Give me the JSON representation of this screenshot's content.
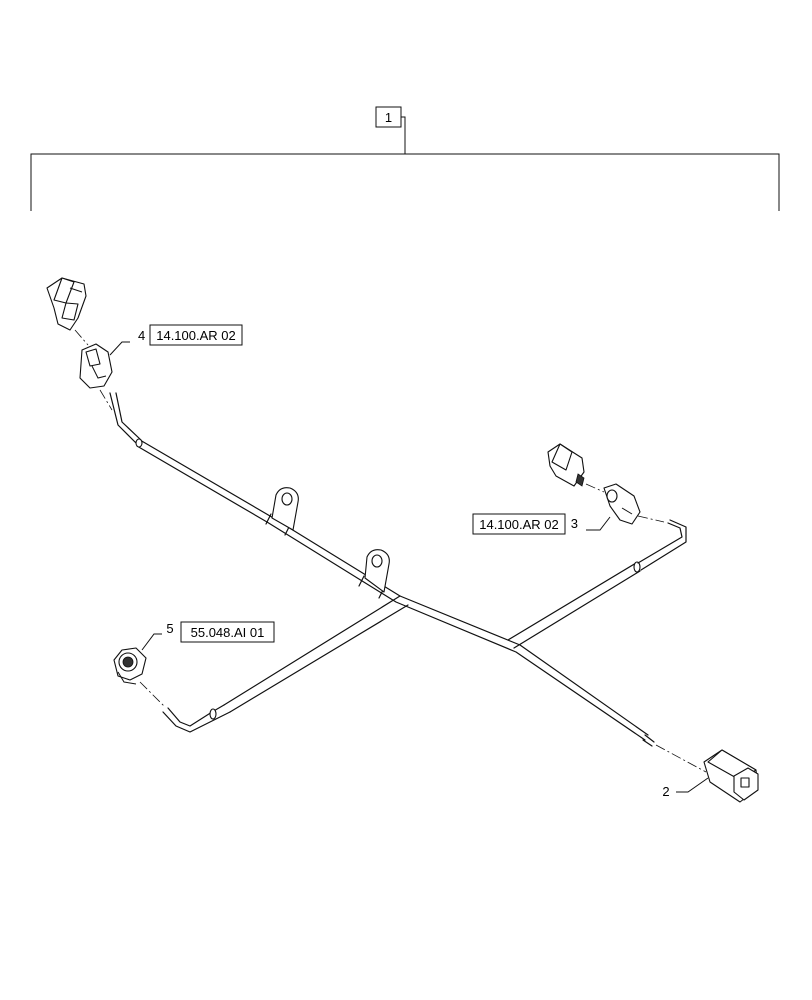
{
  "callouts": {
    "item_1": "1",
    "item_2": "2",
    "item_3": "3",
    "item_4": "4",
    "item_5": "5",
    "ref_4": "14.100.AR 02",
    "ref_3": "14.100.AR 02",
    "ref_5": "55.048.AI 01"
  }
}
